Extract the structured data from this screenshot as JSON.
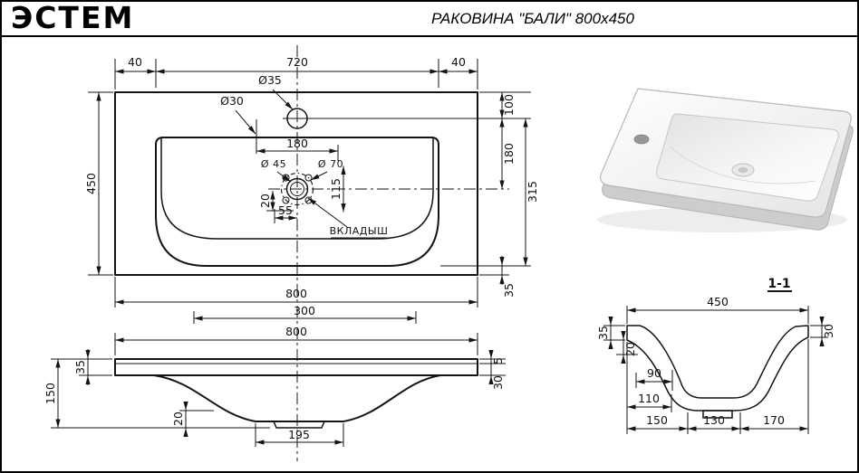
{
  "colors": {
    "line": "#141414",
    "background": "#ffffff"
  },
  "header": {
    "logo": "ЭСТЕМ",
    "title": "РАКОВИНА \"БАЛИ\" 800x450"
  },
  "top_view": {
    "dim_top_left": "40",
    "dim_top_span": "720",
    "dim_top_right": "40",
    "faucet_hole_dia": "Ø35",
    "second_hole_dia": "Ø30",
    "dim_holes_span": "180",
    "drain_dia_inner": "Ø 45",
    "drain_dia_outer": "Ø 70",
    "dim_drain_offset": "115",
    "dim_lug_offset": "20",
    "dim_55": "55",
    "insert_label": "ВКЛАДЫШ",
    "dim_height": "450",
    "dim_right_top": "100",
    "dim_right_faucet_drain": "180",
    "dim_right_basin": "315",
    "dim_right_bottom": "35",
    "dim_width": "800",
    "dim_width_inner": "300"
  },
  "front_view": {
    "dim_width": "800",
    "dim_height": "150",
    "dim_rim_thickness": "35",
    "dim_lip": "5",
    "dim_edge": "30",
    "dim_boss": "20",
    "dim_bottom_flat": "195"
  },
  "section_view": {
    "label": "1-1",
    "dim_width": "450",
    "dim_rim_drop": "35",
    "dim_wall": "20",
    "dim_right_drop": "30",
    "dim_90": "90",
    "dim_110": "110",
    "dim_bottom_left": "150",
    "dim_bottom_center": "130",
    "dim_bottom_right": "170"
  }
}
